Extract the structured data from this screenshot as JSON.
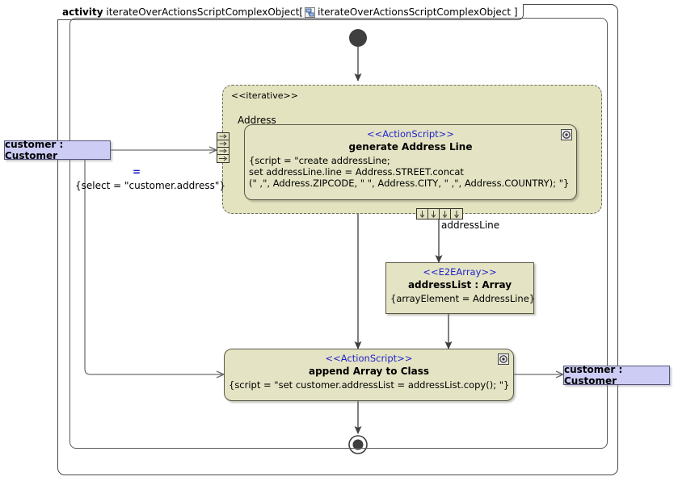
{
  "frame": {
    "keyword": "activity",
    "name": "iterateOverActionsScriptComplexObject[",
    "icon": "class-diagram-icon",
    "qualified_name": "iterateOverActionsScriptComplexObject ]"
  },
  "region": {
    "stereotype": "<<iterative>>",
    "label": "Address"
  },
  "nodes": {
    "generate_address_line": {
      "stereotype": "<<ActionScript>>",
      "title": "generate Address Line",
      "body_line1": "{script = \"create addressLine;",
      "body_line2": "set addressLine.line = Address.STREET.concat",
      "body_line3": "(\" ,\", Address.ZIPCODE, \" \", Address.CITY, \" ,\", Address.COUNTRY); \"}",
      "icon": "gear-icon"
    },
    "address_list": {
      "stereotype": "<<E2EArray>>",
      "title": "addressList : Array",
      "body": "{arrayElement = AddressLine}"
    },
    "append_array": {
      "stereotype": "<<ActionScript>>",
      "title": "append Array to Class",
      "body": "{script = \"set customer.addressList = addressList.copy(); \"}",
      "icon": "gear-icon"
    }
  },
  "params": {
    "customer_in": "customer : Customer",
    "customer_out": "customer : Customer"
  },
  "constraints": {
    "select": "{select = \"customer.address\"}",
    "select_icon": "="
  },
  "edges": {
    "address_line_label": "addressLine"
  },
  "control_nodes": {
    "initial": "initial-node",
    "final": "activity-final-node"
  },
  "colors": {
    "region_fill": "#e3e3c0",
    "node_fill": "#e4e4c4",
    "param_fill": "#ccccf5",
    "stereotype_text": "#2222cc",
    "line": "#4a4a4a"
  }
}
